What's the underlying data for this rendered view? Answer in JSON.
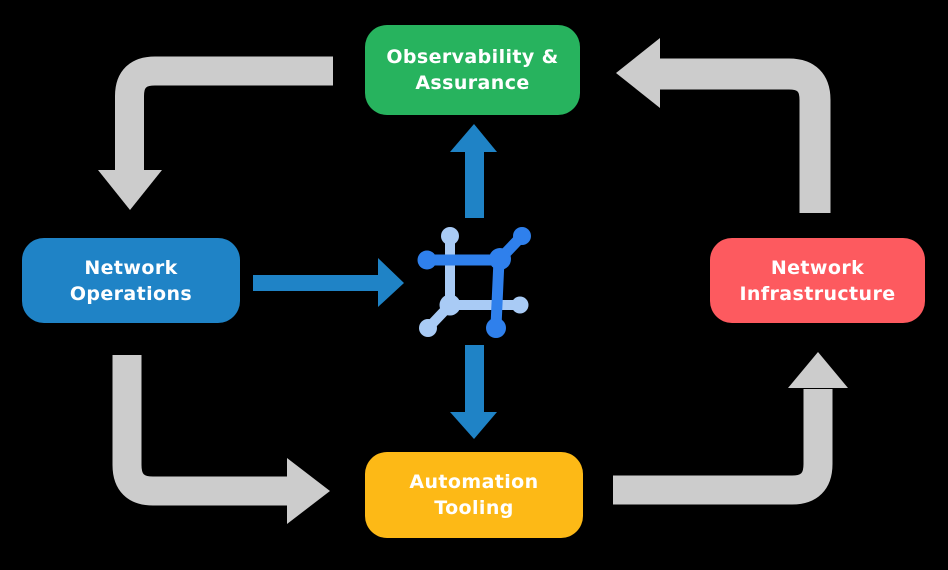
{
  "diagram": {
    "background_color": "#000000",
    "nodes": {
      "observability": {
        "line1": "Observability &",
        "line2": "Assurance",
        "color": "#27b35e"
      },
      "network_operations": {
        "line1": "Network",
        "line2": "Operations",
        "color": "#1f83c6"
      },
      "network_infrastructure": {
        "line1": "Network",
        "line2": "Infrastructure",
        "color": "#fd5a5f"
      },
      "automation_tooling": {
        "line1": "Automation",
        "line2": "Tooling",
        "color": "#fdb916"
      }
    },
    "arrows": {
      "cycle_color": "#cccccc",
      "center_color": "#1f83c6",
      "cycle": [
        "observability to network-operations",
        "network-operations to automation-tooling",
        "automation-tooling to network-infrastructure",
        "network-infrastructure to observability"
      ],
      "center_links": [
        "network-operations to center-icon",
        "center-icon to observability",
        "center-icon to automation-tooling"
      ]
    },
    "center_icon": {
      "name": "network-mesh-icon",
      "dark_blue": "#2f80ec",
      "light_blue": "#a9cbf5"
    }
  }
}
